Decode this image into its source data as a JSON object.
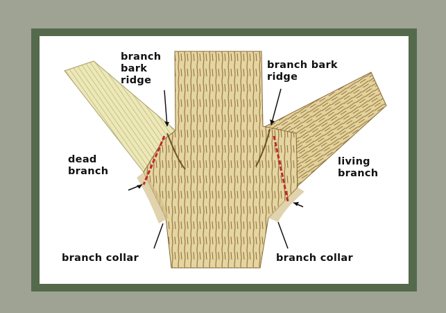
{
  "labels": {
    "ridge_left": [
      "branch",
      "bark",
      "ridge"
    ],
    "ridge_right": [
      "branch bark",
      "ridge"
    ],
    "dead_branch": [
      "dead",
      "branch"
    ],
    "living_branch": [
      "living",
      "branch"
    ],
    "collar_left": "branch collar",
    "collar_right": "branch collar"
  },
  "colors": {
    "outer_background": "#9ea393",
    "frame": "#55694d",
    "panel": "#ffffff",
    "bark_light": "#e6d9a6",
    "bark_mid": "#c9b57e",
    "bark_dark": "#8a6a3a",
    "dead_wood": "#e8e4b0",
    "cut_line": "#c0282a"
  }
}
